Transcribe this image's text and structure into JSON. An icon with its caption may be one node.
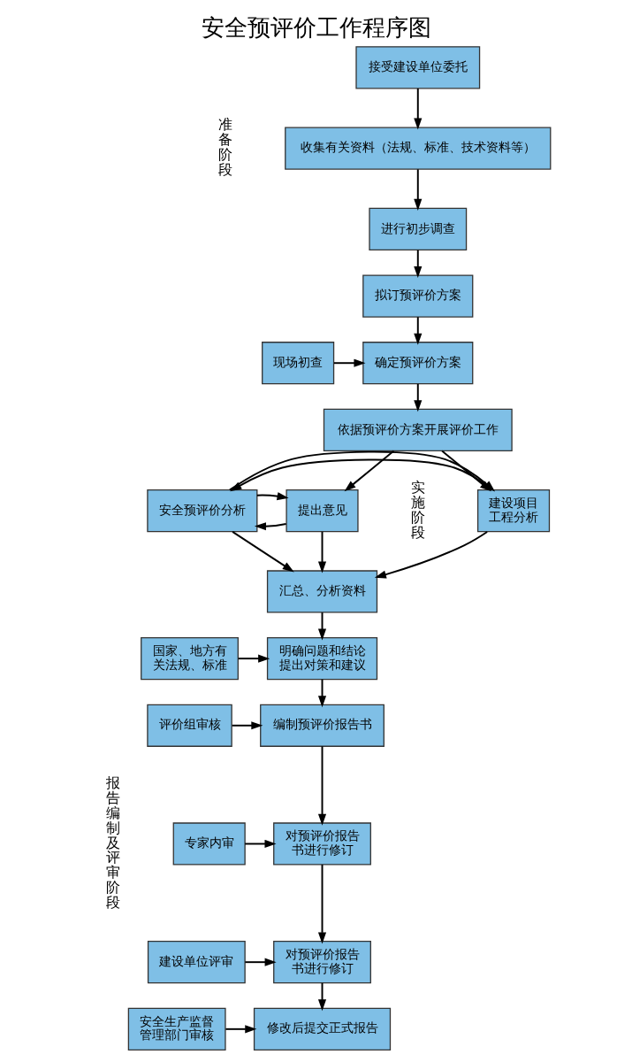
{
  "diagram": {
    "title": "安全预评价工作程序图",
    "nodes": [
      {
        "text": [
          "接受建设单位委托"
        ]
      },
      {
        "text": [
          "收集有关资料（法规、标准、技术资料等）"
        ]
      },
      {
        "text": [
          "进行初步调查"
        ]
      },
      {
        "text": [
          "拟订预评价方案"
        ]
      },
      {
        "text": [
          "现场初查"
        ]
      },
      {
        "text": [
          "确定预评价方案"
        ]
      },
      {
        "text": [
          "依据预评价方案开展评价工作"
        ]
      },
      {
        "text": [
          "建设项目工程分析"
        ]
      },
      {
        "text": [
          "安全预评价分析"
        ]
      },
      {
        "text": [
          "提出意见"
        ]
      },
      {
        "text": [
          "汇总、分析资料"
        ]
      },
      {
        "text": [
          "国家、地方有关法规、标准"
        ]
      },
      {
        "text": [
          "明确问题和结论提出对策和建议"
        ]
      },
      {
        "text": [
          "评价组审核"
        ]
      },
      {
        "text": [
          "编制预评价报告书"
        ]
      },
      {
        "text": [
          "专家内审"
        ]
      },
      {
        "text": [
          "对预评价报告书进行修订"
        ]
      },
      {
        "text": [
          "建设单位评审"
        ]
      },
      {
        "text": [
          "对预评价报告书进行修订"
        ]
      },
      {
        "text": [
          "安全生产监督管理部门审核"
        ]
      },
      {
        "text": [
          "修改后提交正式报告"
        ]
      }
    ],
    "edges": [
      {
        "from": 0,
        "to": 1,
        "arrow": "to"
      },
      {
        "from": 1,
        "to": 2,
        "arrow": "to"
      },
      {
        "from": 2,
        "to": 3,
        "arrow": "to"
      },
      {
        "from": 3,
        "to": 5,
        "arrow": "to"
      },
      {
        "from": 4,
        "to": 5,
        "arrow": "to"
      },
      {
        "from": 5,
        "to": 6,
        "arrow": "to"
      },
      {
        "from": 6,
        "to": 7,
        "arrow": "to"
      },
      {
        "from": 6,
        "to": 9,
        "arrow": "to"
      },
      {
        "from": 7,
        "to": 8,
        "arrow": "to"
      },
      {
        "from": 8,
        "to": 7,
        "arrow": "to"
      },
      {
        "from": 9,
        "to": 8,
        "arrow": "to"
      },
      {
        "from": 8,
        "to": 9,
        "arrow": "to"
      },
      {
        "from": 7,
        "to": 10,
        "arrow": "to"
      },
      {
        "from": 8,
        "to": 10,
        "arrow": "to"
      },
      {
        "from": 9,
        "to": 10,
        "arrow": "to"
      },
      {
        "from": 10,
        "to": 12,
        "arrow": "to"
      },
      {
        "from": 11,
        "to": 12,
        "arrow": "to"
      },
      {
        "from": 12,
        "to": 14,
        "arrow": "to"
      },
      {
        "from": 13,
        "to": 14,
        "arrow": "to"
      },
      {
        "from": 14,
        "to": 16,
        "arrow": "to"
      },
      {
        "from": 15,
        "to": 16,
        "arrow": "to"
      },
      {
        "from": 16,
        "to": 18,
        "arrow": "to"
      },
      {
        "from": 17,
        "to": 18,
        "arrow": "to"
      },
      {
        "from": 18,
        "to": 20,
        "arrow": "to"
      },
      {
        "from": 19,
        "to": 20,
        "arrow": "to"
      }
    ],
    "labels": [
      "准备阶段",
      "实施阶段",
      "报告编制及评审阶段"
    ]
  }
}
